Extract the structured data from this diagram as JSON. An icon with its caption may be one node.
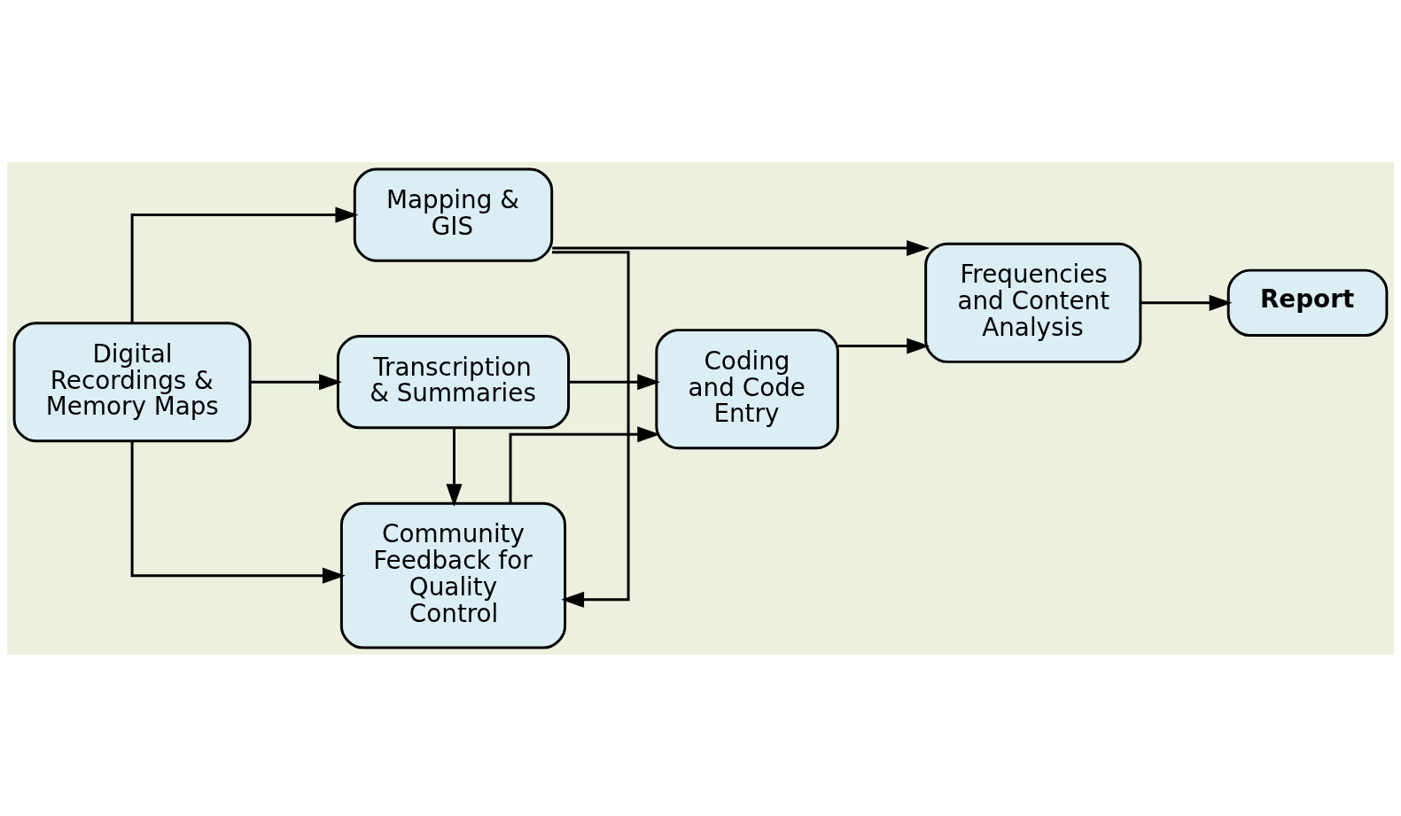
{
  "diagram": {
    "nodes": [
      {
        "text": [
          "Digital Recordings & Memory Maps"
        ]
      },
      {
        "text": [
          "Transcription & Summaries"
        ]
      },
      {
        "text": [
          "Community Feedback for Quality Control"
        ]
      },
      {
        "text": [
          "Mapping & GIS"
        ]
      },
      {
        "text": [
          "Coding and Code Entry"
        ]
      },
      {
        "text": [
          "Frequencies and Content Analysis"
        ]
      },
      {
        "text": [
          "Report"
        ]
      }
    ],
    "edges": [
      {
        "from": 0,
        "to": 1,
        "arrow": "to"
      },
      {
        "from": 0,
        "to": 2,
        "arrow": "to"
      },
      {
        "from": 0,
        "to": 3,
        "arrow": "to"
      },
      {
        "from": 1,
        "to": 2,
        "arrow": "to"
      },
      {
        "from": 1,
        "to": 4,
        "arrow": "to"
      },
      {
        "from": 3,
        "to": 2,
        "arrow": "to"
      },
      {
        "from": 2,
        "to": 4,
        "arrow": "to"
      },
      {
        "from": 3,
        "to": 5,
        "arrow": "to"
      },
      {
        "from": 4,
        "to": 5,
        "arrow": "to"
      },
      {
        "from": 5,
        "to": 6,
        "arrow": "to"
      }
    ]
  }
}
